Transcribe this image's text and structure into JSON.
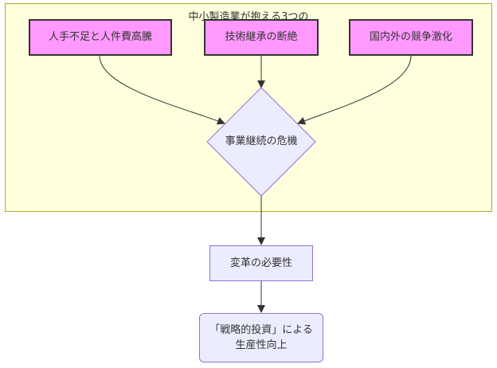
{
  "cluster": {
    "title": "中小製造業が抱える3つの"
  },
  "nodes": {
    "labor": "人手不足と人件費高騰",
    "skills": "技術継承の断絶",
    "competition": "国内外の競争激化",
    "crisis": "事業継続の危機",
    "reform": "変革の必要性",
    "investment_line1": "「戦略的投資」による",
    "investment_line2": "生産性向上"
  },
  "colors": {
    "cluster_fill": "#ffffde",
    "cluster_border": "#aaaa33",
    "problem_fill": "#ff99ff",
    "problem_border": "#333333",
    "node_fill": "#ececff",
    "node_border": "#9370db",
    "edge": "#333333"
  }
}
